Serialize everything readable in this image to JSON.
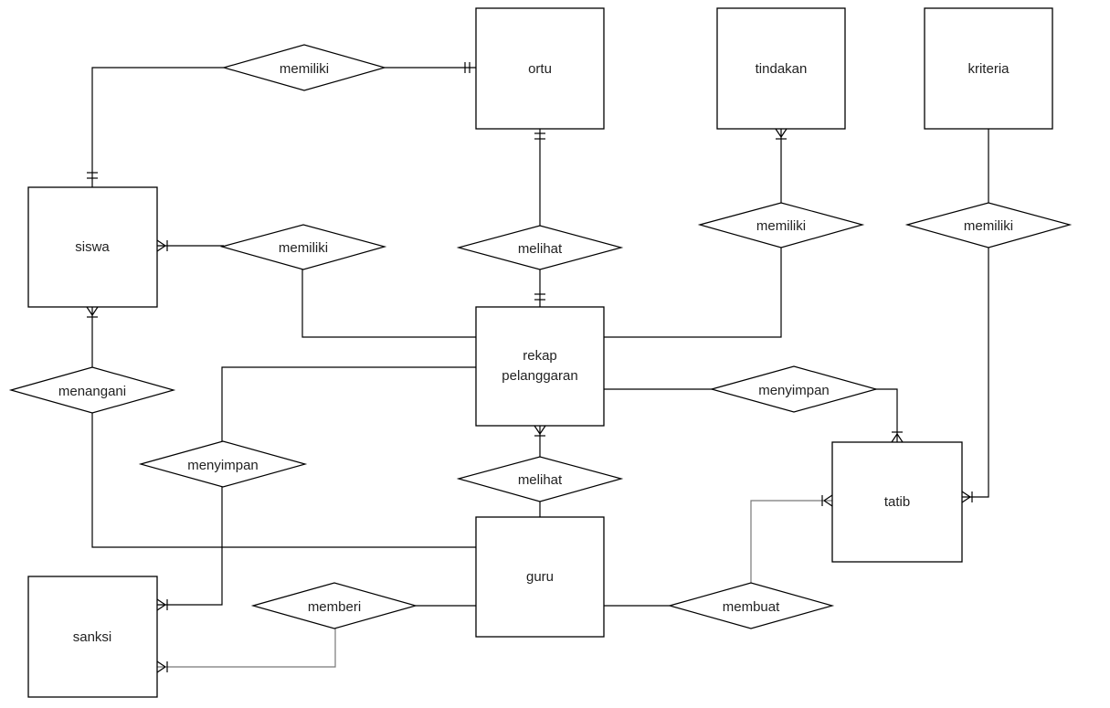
{
  "entities": {
    "ortu": "ortu",
    "tindakan": "tindakan",
    "kriteria": "kriteria",
    "siswa": "siswa",
    "rekap_line1": "rekap",
    "rekap_line2": "pelanggaran",
    "tatib": "tatib",
    "guru": "guru",
    "sanksi": "sanksi"
  },
  "relationships": {
    "siswa_ortu": "memiliki",
    "ortu_rekap": "melihat",
    "tindakan_rekap": "memiliki",
    "kriteria_tatib": "memiliki",
    "siswa_rekap": "memiliki",
    "siswa_guru": "menangani",
    "rekap_sanksi": "menyimpan",
    "rekap_tatib": "menyimpan",
    "rekap_guru": "melihat",
    "guru_sanksi": "memberi",
    "guru_tatib": "membuat"
  }
}
